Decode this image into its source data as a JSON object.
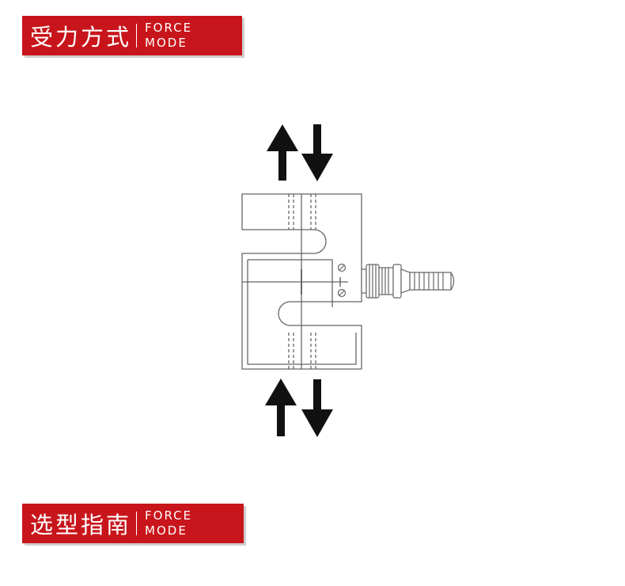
{
  "header_top": {
    "title": "受力方式",
    "subtitle_line1": "FORCE",
    "subtitle_line2": "MODE"
  },
  "header_bottom": {
    "title": "选型指南",
    "subtitle_line1": "FORCE",
    "subtitle_line2": "MODE"
  },
  "colors": {
    "banner_red": "#c8151b",
    "line_gray": "#666666",
    "arrow_black": "#111111"
  }
}
